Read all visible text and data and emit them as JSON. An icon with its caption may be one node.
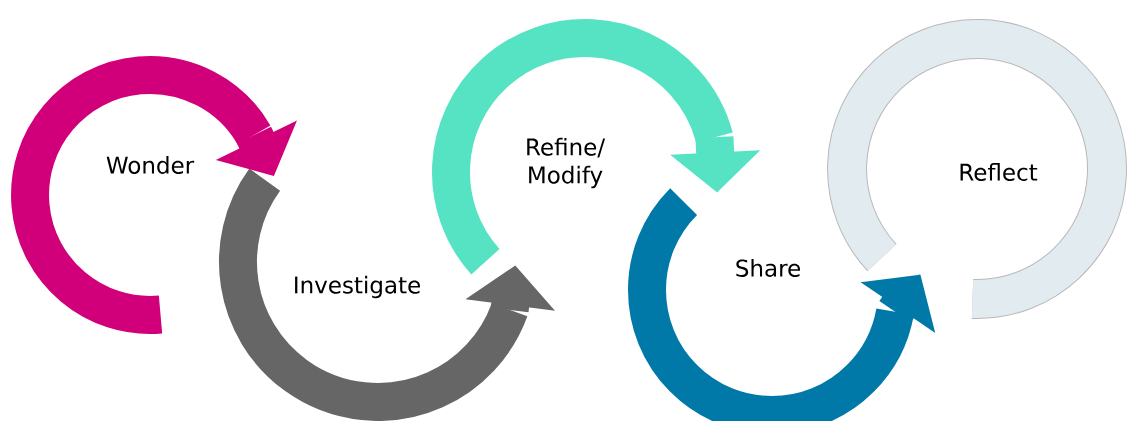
{
  "diagram": {
    "nodes": [
      {
        "text": [
          "Wonder"
        ]
      },
      {
        "text": [
          "Investigate"
        ]
      },
      {
        "text": [
          "Refine/ Modify"
        ]
      },
      {
        "text": [
          "Share"
        ]
      },
      {
        "text": [
          "Reflect"
        ]
      }
    ],
    "edges": [
      {
        "from": 0,
        "to": 1,
        "arrow": "to",
        "color": "#d1007a"
      },
      {
        "from": 1,
        "to": 2,
        "arrow": "to",
        "color": "#666666"
      },
      {
        "from": 2,
        "to": 3,
        "arrow": "to",
        "color": "#55e3c3"
      },
      {
        "from": 3,
        "to": 4,
        "arrow": "to",
        "color": "#0079a8"
      }
    ]
  }
}
